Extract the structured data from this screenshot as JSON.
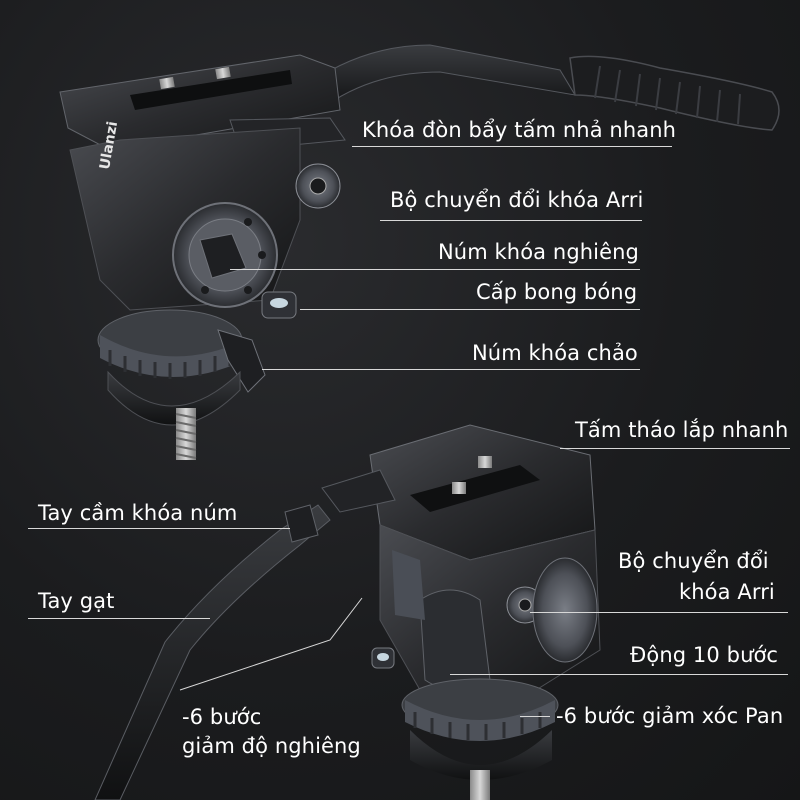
{
  "product": {
    "brand_logo": "Ulanzi"
  },
  "labels_top": {
    "lever": "Khóa đòn bẩy tấm nhả nhanh",
    "arri": "Bộ chuyển đổi khóa Arri",
    "tilt_knob": "Núm khóa nghiêng",
    "bubble": "Cấp bong bóng",
    "pan_knob": "Núm khóa chảo"
  },
  "labels_bottom": {
    "quick_plate": "Tấm tháo lắp nhanh",
    "handle_knob": "Tay cầm khóa núm",
    "arm": "Tay gạt",
    "arri_line1": "Bộ chuyển đổi",
    "arri_line2": "khóa Arri",
    "ten_step": "Động 10 bước",
    "tilt_damp_line1": "-6 bước",
    "tilt_damp_line2": "giảm độ nghiêng",
    "pan_damp": "-6 bước giảm xóc Pan"
  },
  "colors": {
    "background": "#1b1c1e",
    "body_metal": "#2b2c2f",
    "highlight": "#6c6f75",
    "text": "#ffffff",
    "leader_line": "#d8d8d8"
  }
}
